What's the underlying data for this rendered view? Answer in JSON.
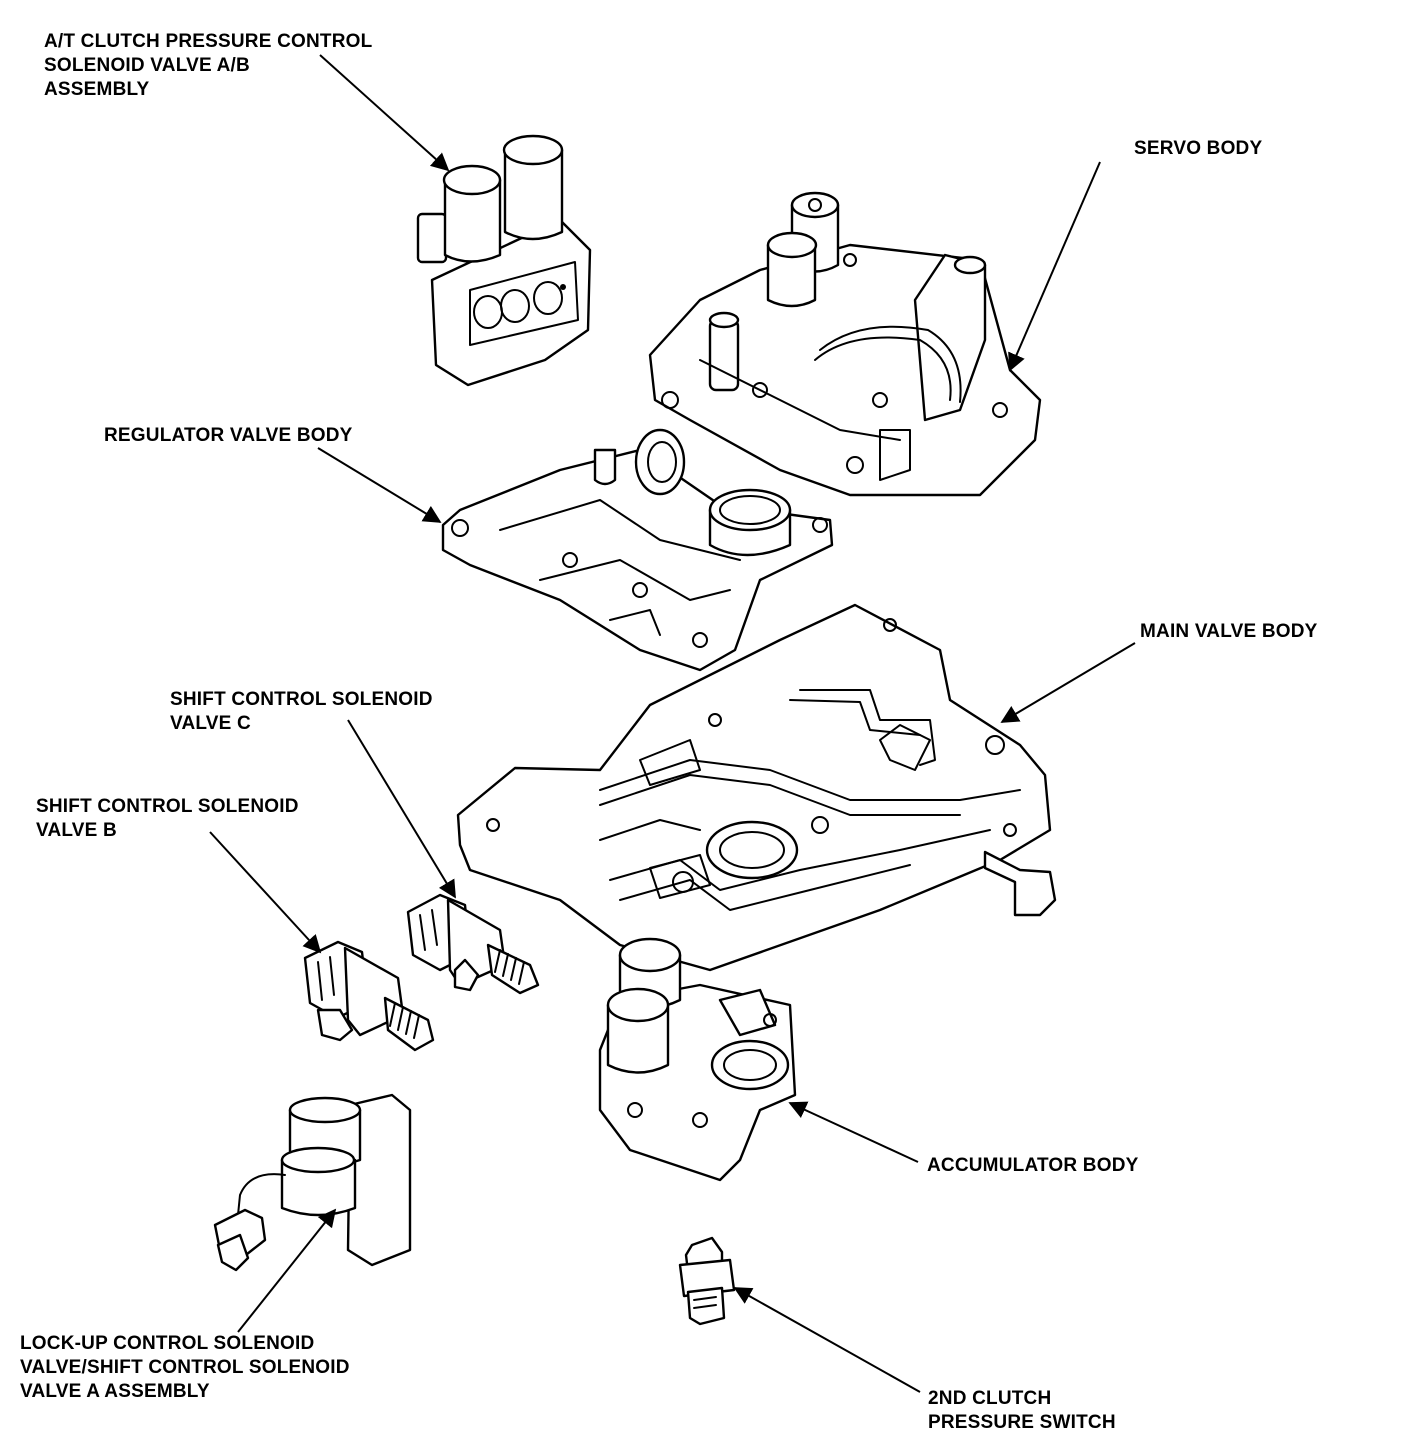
{
  "labels": {
    "at_clutch": [
      "A/T CLUTCH PRESSURE CONTROL",
      "SOLENOID VALVE A/B",
      "ASSEMBLY"
    ],
    "servo_body": [
      "SERVO BODY"
    ],
    "regulator_valve_body": [
      "REGULATOR VALVE BODY"
    ],
    "main_valve_body": [
      "MAIN VALVE BODY"
    ],
    "shift_solenoid_c": [
      "SHIFT CONTROL SOLENOID",
      "VALVE C"
    ],
    "shift_solenoid_b": [
      "SHIFT CONTROL SOLENOID",
      "VALVE B"
    ],
    "accumulator_body": [
      "ACCUMULATOR BODY"
    ],
    "lockup_solenoid": [
      "LOCK-UP CONTROL SOLENOID",
      "VALVE/SHIFT CONTROL SOLENOID",
      "VALVE A ASSEMBLY"
    ],
    "clutch_switch": [
      "2ND CLUTCH",
      "PRESSURE SWITCH"
    ]
  },
  "colors": {
    "ink": "#000000",
    "paper": "#ffffff"
  }
}
